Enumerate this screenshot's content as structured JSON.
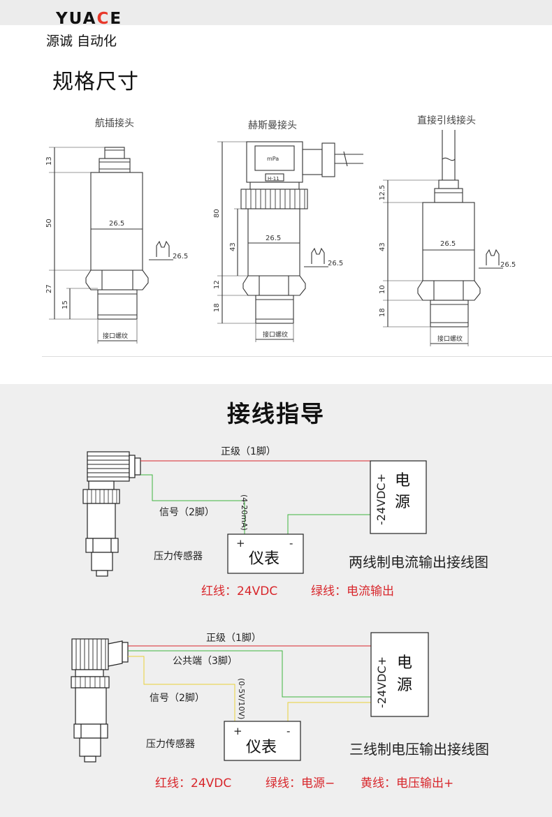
{
  "header": {
    "logo_lead": "YUA",
    "logo_accent": "C",
    "logo_tail": "E",
    "company": "源诚 自动化"
  },
  "spec": {
    "title": "规格尺寸",
    "drawings": [
      {
        "label": "航插接头",
        "dims_left": [
          "13",
          "50",
          "27",
          "15"
        ],
        "width": "26.5",
        "hex": "26.5",
        "thread": "接口螺纹"
      },
      {
        "label": "赫斯曼接头",
        "dims_left": [
          "80",
          "43",
          "12",
          "18"
        ],
        "width": "26.5",
        "hex": "26.5",
        "thread": "接口螺纹",
        "marks": [
          "mPa",
          "H-11"
        ]
      },
      {
        "label": "直接引线接头",
        "dims_left": [
          "12.5",
          "43",
          "10",
          "18"
        ],
        "width": "26.5",
        "hex": "26.5",
        "thread": "接口螺纹"
      }
    ]
  },
  "wiring": {
    "title": "接线指导",
    "two_wire": {
      "positive": "正级（1脚）",
      "signal": "信号（2脚）",
      "signal_range": "(4-20mA)",
      "sensor": "压力传感器",
      "meter": "仪表",
      "meter_plus": "+",
      "meter_minus": "-",
      "supply_voltage": "-24VDC+",
      "supply_line1": "电",
      "supply_line2": "源",
      "caption": "两线制电流输出接线图",
      "legend": [
        "红线：24VDC",
        "绿线：电流输出"
      ]
    },
    "three_wire": {
      "positive": "正级（1脚）",
      "common": "公共端（3脚）",
      "signal": "信号（2脚）",
      "signal_range": "(0-5V/10V)",
      "sensor": "压力传感器",
      "meter": "仪表",
      "meter_plus": "+",
      "meter_minus": "-",
      "supply_voltage": "-24VDC+",
      "supply_line1": "电",
      "supply_line2": "源",
      "caption": "三线制电压输出接线图",
      "legend": [
        "红线：24VDC",
        "绿线：电源−",
        "黄线：电压输出+"
      ]
    },
    "colors": {
      "red": "#d8262b",
      "green": "#3fb53f",
      "yellow": "#e8d23a"
    }
  }
}
